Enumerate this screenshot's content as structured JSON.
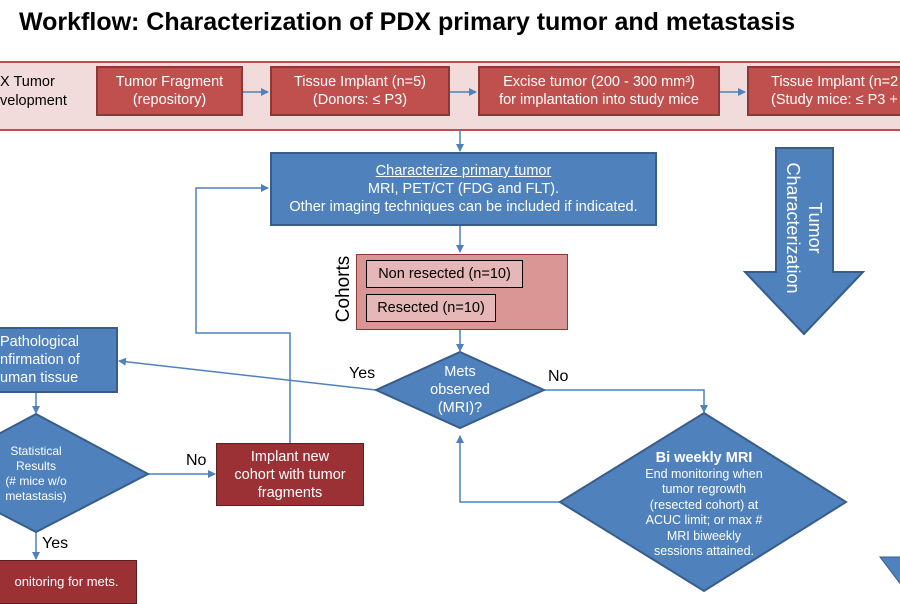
{
  "title": "Workflow: Characterization of PDX primary tumor and metastasis",
  "band": {
    "label": [
      "X Tumor",
      "velopment"
    ],
    "steps": [
      {
        "line1": "Tumor Fragment",
        "line2": "(repository)"
      },
      {
        "line1": "Tissue Implant (n=5)",
        "line2": "(Donors: ≤ P3)"
      },
      {
        "line1": "Excise tumor (200 - 300 mm³)",
        "line2": "for implantation into study mice"
      },
      {
        "line1": "Tissue Implant (n=2",
        "line2": "(Study mice: ≤ P3 +"
      }
    ]
  },
  "characterize": {
    "heading": "Characterize primary tumor",
    "line1": "MRI, PET/CT (FDG and FLT).",
    "line2": "Other imaging techniques can be included if indicated."
  },
  "cohorts": {
    "label": "Cohorts",
    "items": [
      "Non resected (n=10)",
      "Resected (n=10)"
    ]
  },
  "tumor_char_arrow": {
    "line1": "Tumor",
    "line2": "Characterization"
  },
  "mets_decision": {
    "line1": "Mets",
    "line2": "observed",
    "line3": "(MRI)?"
  },
  "yes_label": "Yes",
  "no_label": "No",
  "pathological": {
    "line1": "Pathological",
    "line2": "nfirmation of",
    "line3": "uman tissue"
  },
  "statistical": {
    "line1": "Statistical",
    "line2": "Results",
    "line3": "(# mice w/o",
    "line4": "metastasis)"
  },
  "stat_no_label": "No",
  "stat_yes_label": "Yes",
  "implant_new": {
    "line1": "Implant new",
    "line2": "cohort with tumor",
    "line3": "fragments"
  },
  "biweekly": {
    "heading": "Bi weekly MRI",
    "lines": [
      "End monitoring when",
      "tumor regrowth",
      "(resected cohort) at",
      "ACUC limit; or max #",
      "MRI biweekly",
      "sessions attained."
    ]
  },
  "monitoring": "onitoring for mets.",
  "colors": {
    "red": "#c0504d",
    "dark_red": "#9b3134",
    "blue": "#4f81bd",
    "band": "#f2dcdb",
    "cohort_bg": "#da9694"
  }
}
